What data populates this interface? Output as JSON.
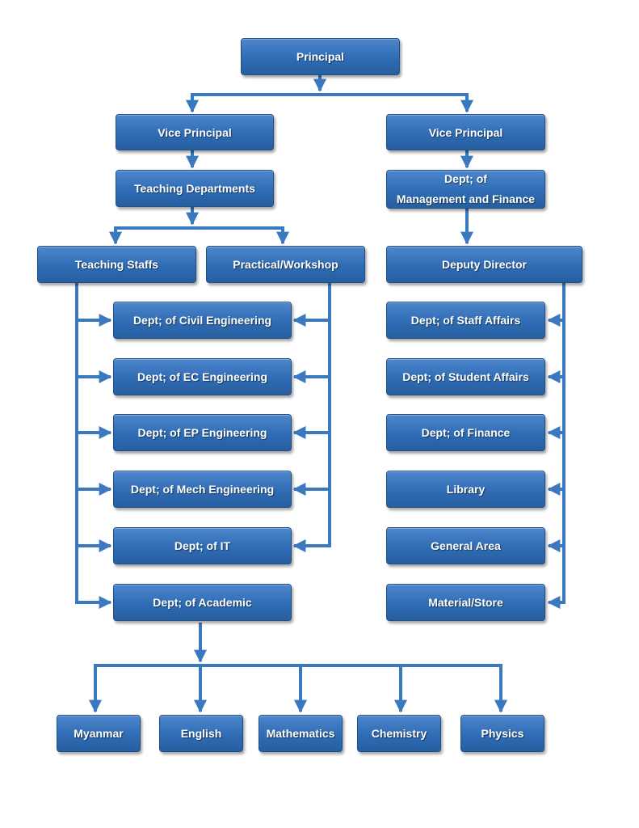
{
  "top": {
    "principal": "Principal"
  },
  "left": {
    "vice_principal": "Vice Principal",
    "teaching_departments": "Teaching Departments",
    "teaching_staffs": "Teaching Staffs",
    "practical_workshop": "Practical/Workshop",
    "departments": [
      "Dept; of Civil Engineering",
      "Dept; of EC Engineering",
      "Dept; of EP Engineering",
      "Dept; of Mech Engineering",
      "Dept; of IT",
      "Dept; of Academic"
    ],
    "subjects": [
      "Myanmar",
      "English",
      "Mathematics",
      "Chemistry",
      "Physics"
    ]
  },
  "right": {
    "vice_principal": "Vice Principal",
    "mgmt_line1": "Dept; of",
    "mgmt_line2": "Management and Finance",
    "deputy_director": "Deputy Director",
    "departments": [
      "Dept; of Staff Affairs",
      "Dept; of Student Affairs",
      "Dept; of Finance",
      "Library",
      "General Area",
      "Material/Store"
    ]
  },
  "colors": {
    "box": "#2f6cb5",
    "connector": "#3a78bf",
    "text": "#ffffff"
  }
}
